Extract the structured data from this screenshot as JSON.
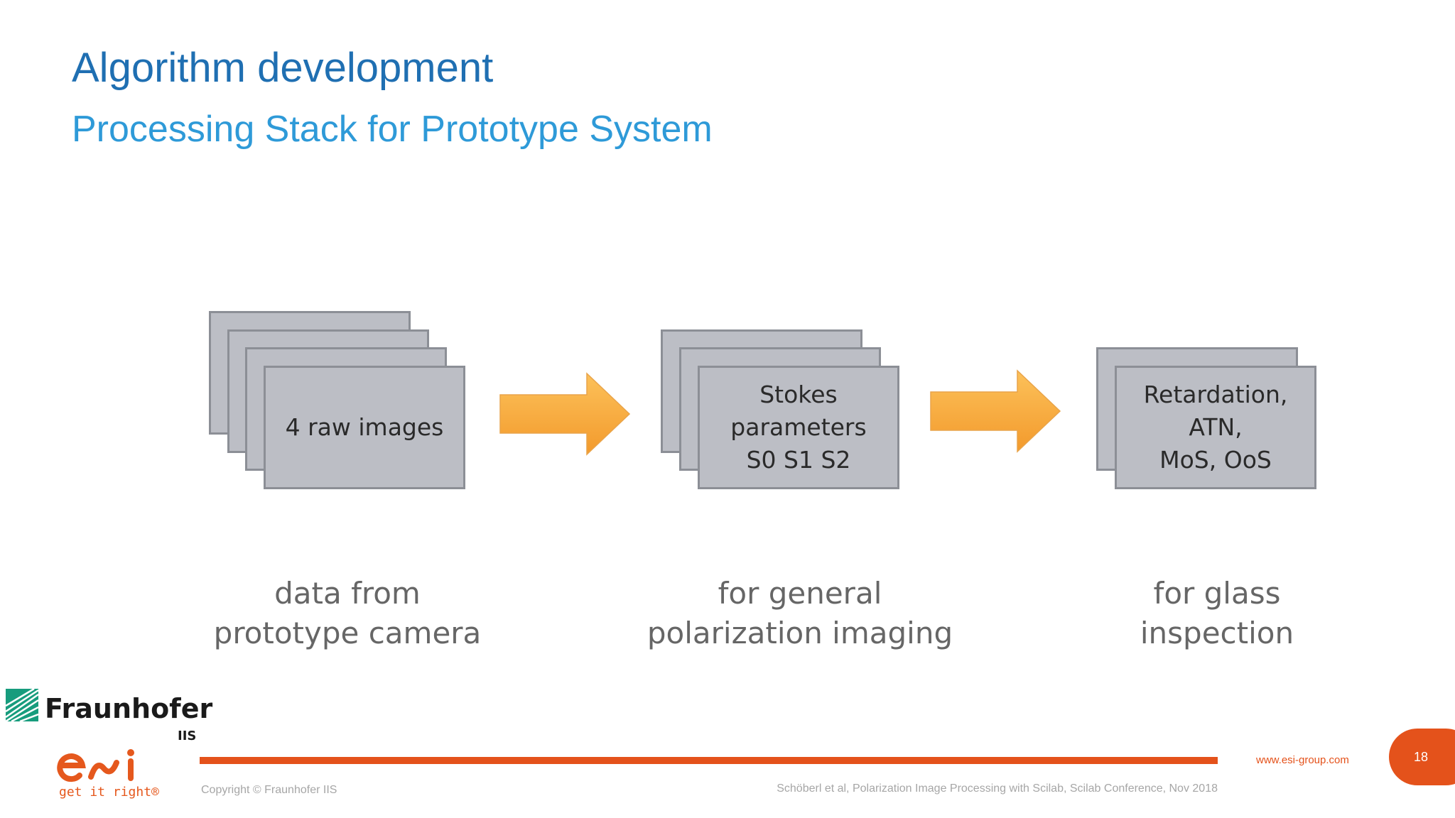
{
  "slide": {
    "title": "Algorithm development",
    "subtitle": "Processing Stack for Prototype System"
  },
  "stages": [
    {
      "box_lines": [
        "4 raw images"
      ],
      "caption_lines": [
        "data from",
        "prototype camera"
      ],
      "stack_count": 4
    },
    {
      "box_lines": [
        "Stokes",
        "parameters",
        "S0 S1 S2"
      ],
      "caption_lines": [
        "for general",
        "polarization imaging"
      ],
      "stack_count": 3
    },
    {
      "box_lines": [
        "Retardation,",
        "ATN,",
        "MoS, OoS"
      ],
      "caption_lines": [
        "for glass",
        "inspection"
      ],
      "stack_count": 2
    }
  ],
  "arrows": {
    "count": 2,
    "color_light": "#fcc15a",
    "color_dark": "#f39a2c"
  },
  "logos": {
    "fraunhofer": {
      "name": "Fraunhofer",
      "unit": "IIS"
    },
    "esi": {
      "name": "esi",
      "tagline": "get it right®"
    }
  },
  "footer": {
    "copyright": "Copyright © Fraunhofer IIS",
    "citation": "Schöberl et al, Polarization Image Processing with Scilab, Scilab Conference, Nov 2018",
    "url": "www.esi-group.com",
    "page_number": "18"
  },
  "colors": {
    "title": "#1f6fb2",
    "subtitle": "#2e9ad8",
    "accent": "#e4521b",
    "box_fill": "#bcbec5",
    "box_border": "#8c8f96",
    "fraunhofer_green": "#179c7d"
  }
}
